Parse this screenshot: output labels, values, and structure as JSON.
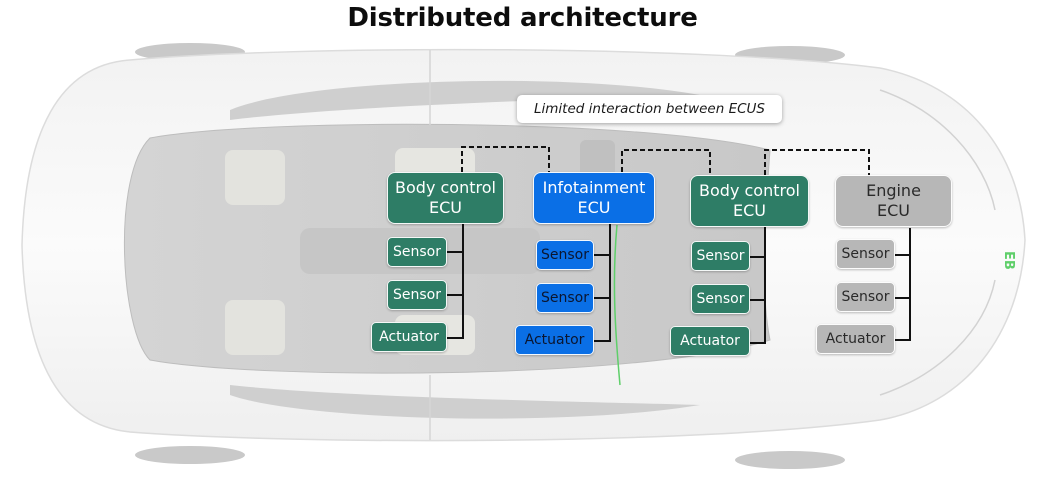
{
  "title": "Distributed architecture",
  "callout": "Limited interaction between ECUS",
  "colors": {
    "body_control": "#2e7d66",
    "infotainment": "#0a6fe6",
    "engine": "#b7b7b7"
  },
  "ecus": [
    {
      "id": "body-control-1",
      "line1": "Body control",
      "line2": "ECU",
      "components": [
        "Sensor",
        "Sensor",
        "Actuator"
      ]
    },
    {
      "id": "infotainment",
      "line1": "Infotainment",
      "line2": "ECU",
      "components": [
        "Sensor",
        "Sensor",
        "Actuator"
      ]
    },
    {
      "id": "body-control-2",
      "line1": "Body control",
      "line2": "ECU",
      "components": [
        "Sensor",
        "Sensor",
        "Actuator"
      ]
    },
    {
      "id": "engine",
      "line1": "Engine",
      "line2": "ECU",
      "components": [
        "Sensor",
        "Sensor",
        "Actuator"
      ]
    }
  ],
  "car_badge": "EB"
}
